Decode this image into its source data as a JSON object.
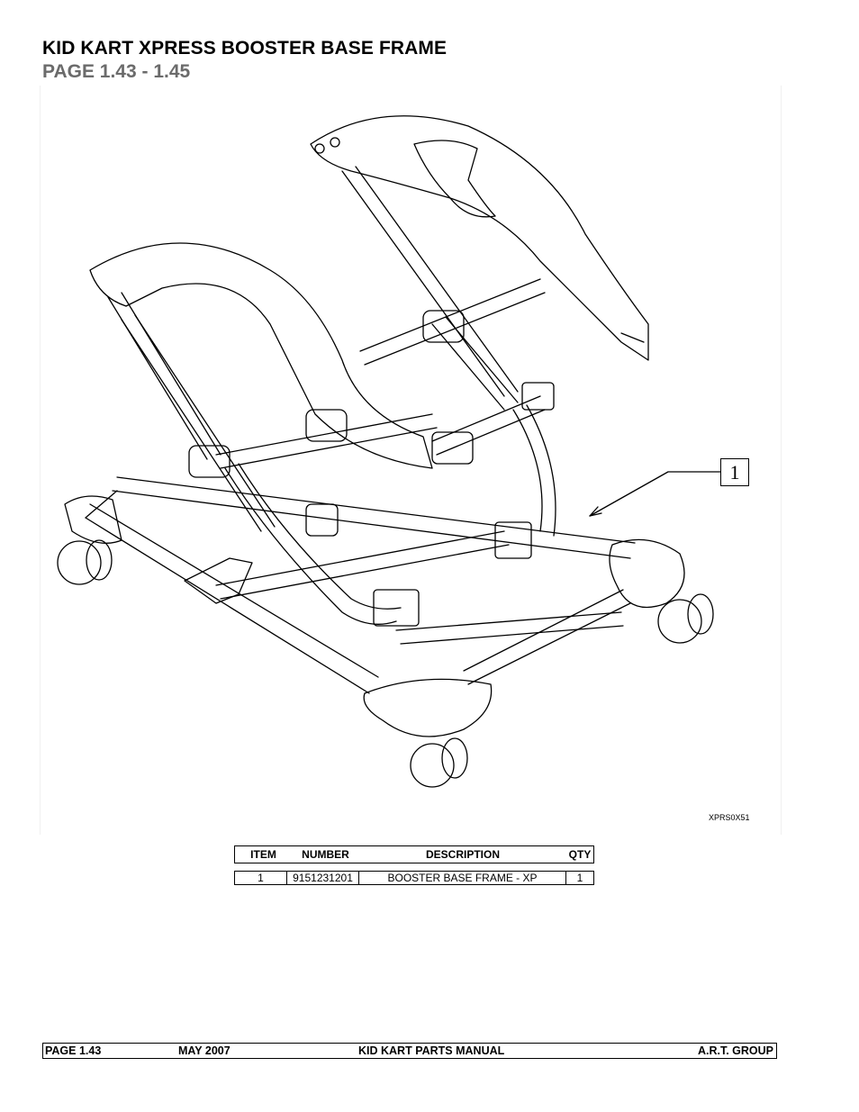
{
  "header": {
    "title": "KID KART XPRESS BOOSTER BASE FRAME",
    "subtitle": "PAGE 1.43 - 1.45"
  },
  "figure": {
    "callout_label": "1",
    "drawing_code": "XPRS0X51"
  },
  "parts_table": {
    "columns": [
      "ITEM",
      "NUMBER",
      "DESCRIPTION",
      "QTY"
    ],
    "rows": [
      {
        "item": "1",
        "number": "9151231201",
        "description": "BOOSTER BASE FRAME - XP",
        "qty": "1"
      }
    ]
  },
  "footer": {
    "page": "PAGE  1.43",
    "date": "MAY 2007",
    "manual": "KID KART PARTS MANUAL",
    "company": "A.R.T. GROUP"
  }
}
